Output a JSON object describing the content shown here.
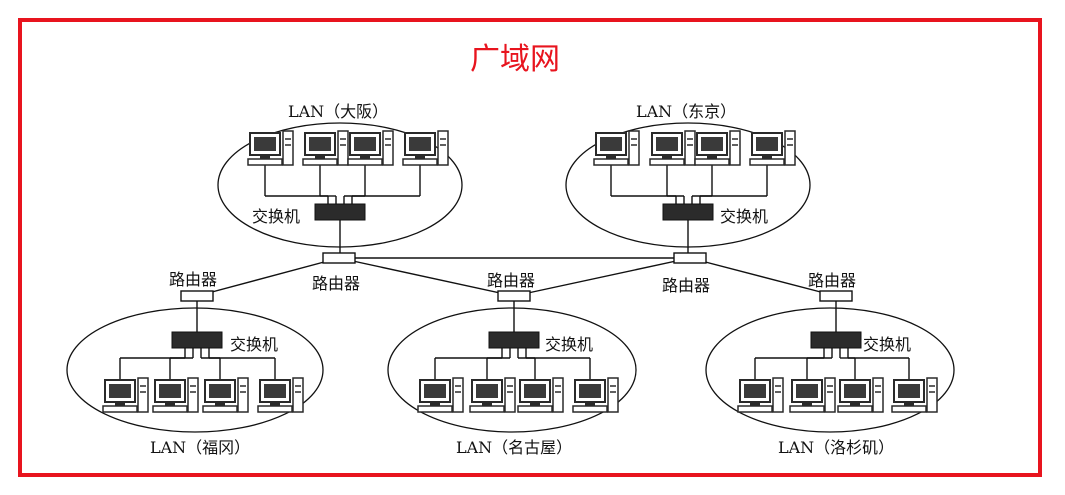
{
  "title": "广域网",
  "colors": {
    "frame": "#e8141e",
    "title": "#e8141e",
    "ink": "#111111",
    "device": "#2a2a2a"
  },
  "router_label": "路由器",
  "switch_label": "交换机",
  "lans": [
    {
      "name": "LAN（大阪）"
    },
    {
      "name": "LAN（东京）"
    },
    {
      "name": "LAN（福冈）"
    },
    {
      "name": "LAN（名古屋）"
    },
    {
      "name": "LAN（洛杉矶）"
    }
  ],
  "icons": {
    "computer": "computer-icon",
    "switch": "switch-icon",
    "router": "router-icon"
  }
}
